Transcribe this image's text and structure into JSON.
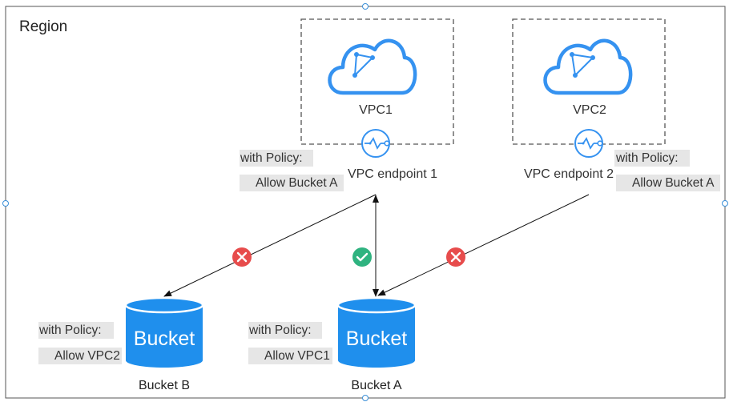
{
  "region": {
    "title": "Region"
  },
  "vpcs": [
    {
      "name": "VPC1",
      "endpoint": "VPC endpoint 1"
    },
    {
      "name": "VPC2",
      "endpoint": "VPC endpoint 2"
    }
  ],
  "endpoint_policies": [
    {
      "heading": "with Policy:",
      "rule": "Allow Bucket A"
    },
    {
      "heading": "with Policy:",
      "rule": "Allow Bucket A"
    }
  ],
  "buckets": [
    {
      "icon_text": "Bucket",
      "name": "Bucket B",
      "policy_heading": "with Policy:",
      "policy_rule": "Allow VPC2"
    },
    {
      "icon_text": "Bucket",
      "name": "Bucket A",
      "policy_heading": "with Policy:",
      "policy_rule": "Allow VPC1"
    }
  ],
  "connections": [
    {
      "from": "VPC endpoint 1",
      "to": "Bucket B",
      "status": "denied"
    },
    {
      "from": "VPC endpoint 1",
      "to": "Bucket A",
      "status": "allowed"
    },
    {
      "from": "VPC endpoint 2",
      "to": "Bucket A",
      "status": "denied"
    }
  ],
  "colors": {
    "accent_blue": "#3592f0",
    "bucket_blue": "#1f8fed",
    "denied_red": "#e74c4c",
    "allowed_green": "#2fb380",
    "policy_bg": "#e6e6e6",
    "border": "#555555"
  }
}
